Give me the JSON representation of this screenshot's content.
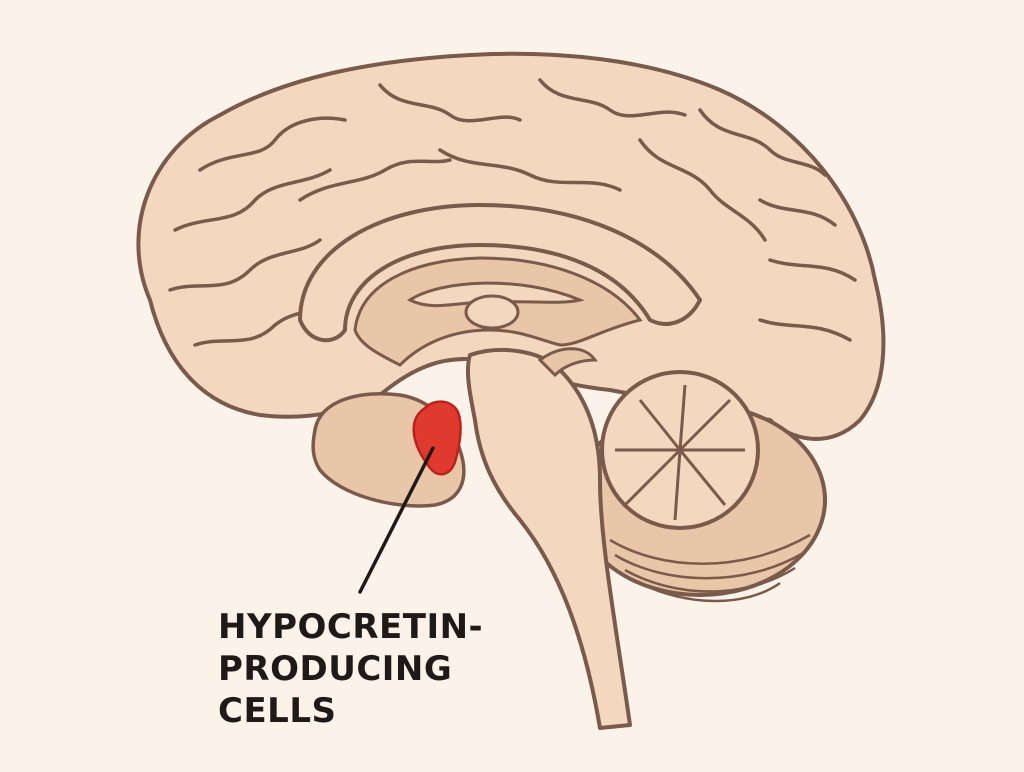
{
  "diagram": {
    "label_lines": [
      "HYPOCRETIN-",
      "PRODUCING",
      "CELLS"
    ],
    "colors": {
      "background": "#fbf3ea",
      "tissue": "#f3d8bf",
      "tissue_dark": "#e9c6a8",
      "outline": "#7a5a4a",
      "highlight": "#e0392e",
      "leader": "#1f1a17"
    }
  }
}
